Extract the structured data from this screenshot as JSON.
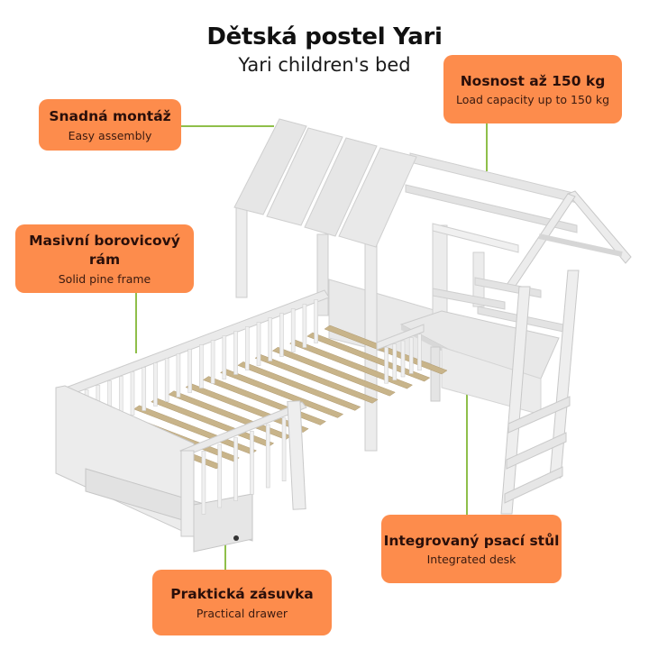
{
  "header": {
    "title": "Dětská postel Yari",
    "subtitle": "Yari children's bed"
  },
  "callouts": {
    "assembly": {
      "cz": "Snadná montáž",
      "en": "Easy assembly"
    },
    "capacity": {
      "cz": "Nosnost až 150 kg",
      "en": "Load capacity up to 150 kg"
    },
    "frame": {
      "cz": "Masivní borovicový rám",
      "en": "Solid pine frame"
    },
    "desk": {
      "cz": "Integrovaný psací stůl",
      "en": "Integrated desk"
    },
    "drawer": {
      "cz": "Praktická zásuvka",
      "en": "Practical drawer"
    }
  },
  "colors": {
    "callout_bg": "#fd8c4c",
    "connector": "#8fbf4a",
    "frame": "#e4e4e4",
    "slats": "#c8b48a"
  }
}
